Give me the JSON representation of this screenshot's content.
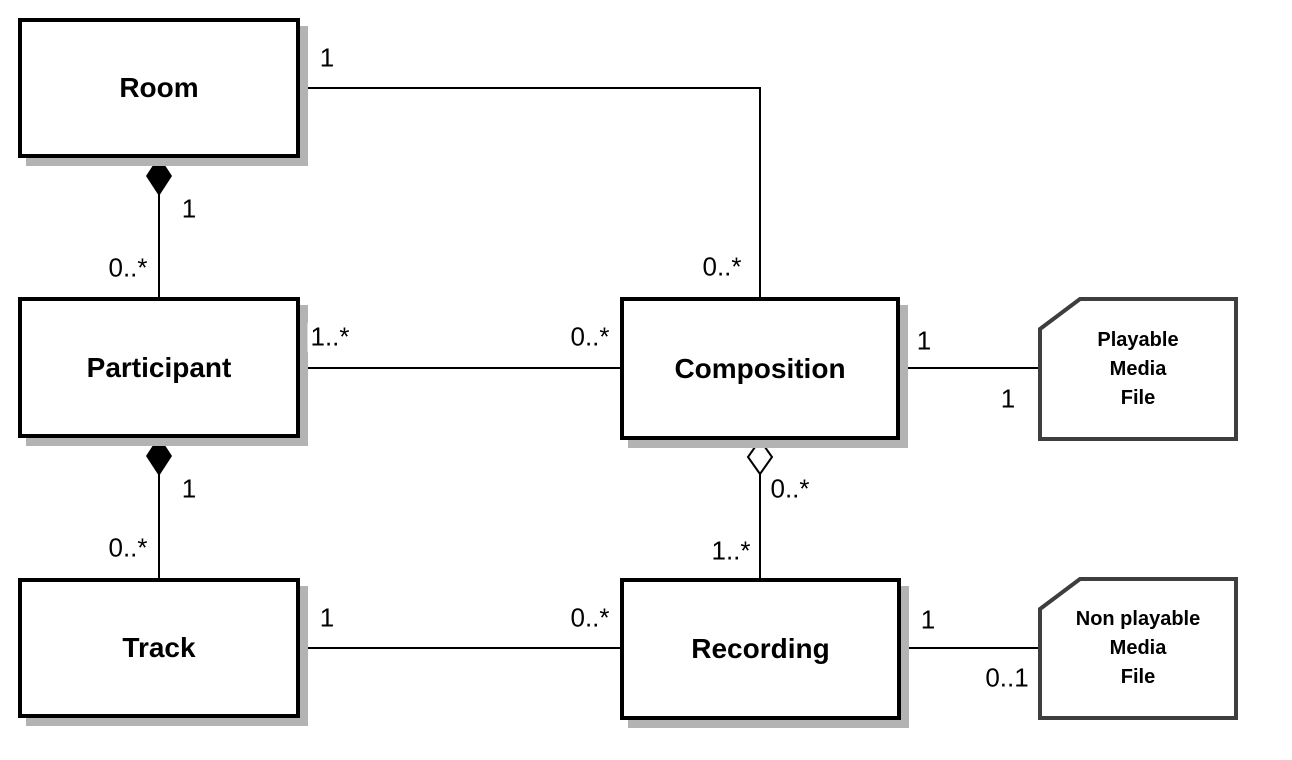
{
  "diagram": {
    "kind": "uml-class-diagram",
    "classes": [
      {
        "label": "Room"
      },
      {
        "label": "Participant"
      },
      {
        "label": "Track"
      },
      {
        "label": "Composition"
      },
      {
        "label": "Recording"
      }
    ],
    "artifacts": [
      {
        "lines": [
          "Playable",
          "Media",
          "File"
        ]
      },
      {
        "lines": [
          "Non playable",
          "Media",
          "File"
        ]
      }
    ],
    "relations": [
      {
        "from": "Room",
        "to": "Composition",
        "type": "association",
        "from_mult": "1",
        "to_mult": "0..*"
      },
      {
        "from": "Room",
        "to": "Participant",
        "type": "composition",
        "from_mult": "1",
        "to_mult": "0..*"
      },
      {
        "from": "Participant",
        "to": "Composition",
        "type": "association",
        "from_mult": "1..*",
        "to_mult": "0..*"
      },
      {
        "from": "Participant",
        "to": "Track",
        "type": "composition",
        "from_mult": "1",
        "to_mult": "0..*"
      },
      {
        "from": "Composition",
        "to": "Playable Media File",
        "type": "association",
        "from_mult": "1",
        "to_mult": "1"
      },
      {
        "from": "Composition",
        "to": "Recording",
        "type": "aggregation",
        "from_mult": "0..*",
        "to_mult": "1..*"
      },
      {
        "from": "Track",
        "to": "Recording",
        "type": "association",
        "from_mult": "1",
        "to_mult": "0..*"
      },
      {
        "from": "Recording",
        "to": "Non playable Media File",
        "type": "association",
        "from_mult": "1",
        "to_mult": "0..1"
      }
    ],
    "colors": {
      "class_border": "#000000",
      "class_fill": "#ffffff",
      "artifact_border": "#3e3e3e",
      "connector": "#000000",
      "shadow": "#b3b3b3",
      "text": "#000000"
    }
  }
}
